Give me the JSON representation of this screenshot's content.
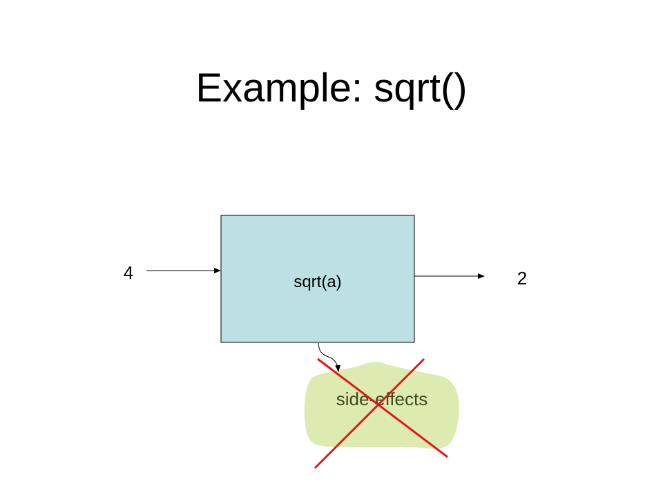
{
  "slide": {
    "title": "Example: sqrt()"
  },
  "diagram": {
    "function_label": "sqrt(a)",
    "input_value": "4",
    "output_value": "2",
    "side_effects_label": "side-effects",
    "colors": {
      "function_box_fill": "#BCE0E4",
      "side_effects_fill": "#DDEBB0",
      "side_effects_text": "#3E4A1E",
      "cross_out": "#E8141A",
      "arrow": "#000000"
    },
    "side_effects_crossed_out": true
  }
}
